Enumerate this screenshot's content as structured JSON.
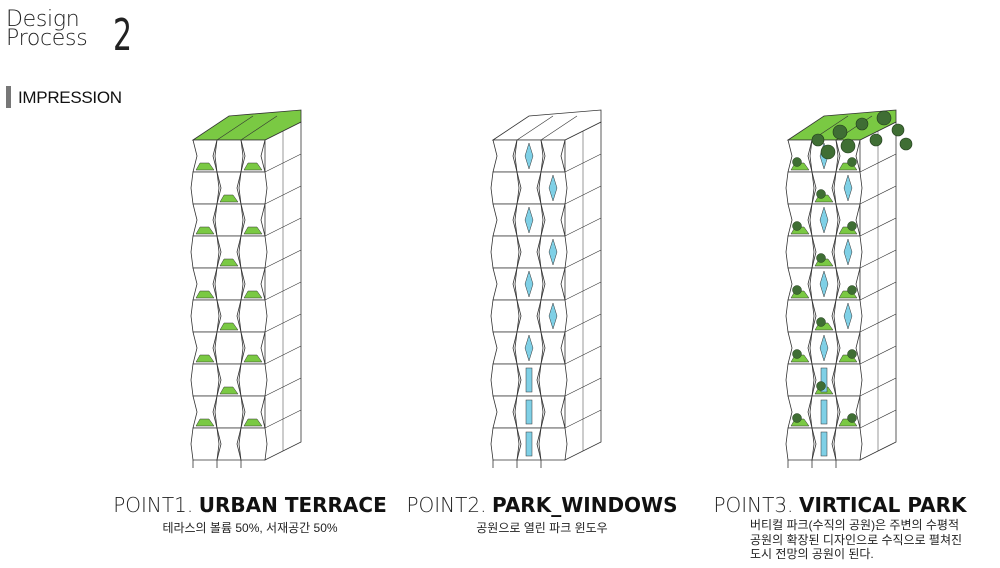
{
  "header": {
    "title_line1": "Design",
    "title_line2": "Process",
    "number": "2",
    "section": "IMPRESSION"
  },
  "points": [
    {
      "prefix": "POINT1.",
      "name": "URBAN TERRACE",
      "subtitle": "테라스의 볼륨 50%, 서재공간 50%"
    },
    {
      "prefix": "POINT2.",
      "name": "PARK_WINDOWS",
      "subtitle": "공원으로 열린 파크 윈도우"
    },
    {
      "prefix": "POINT3.",
      "name": "VIRTICAL PARK",
      "description": [
        "버티컬 파크(수직의 공원)은 주변의 수평적",
        "공원의 확장된 디자인으로 수직으로 펼쳐진",
        "도시 전망의 공원이 된다."
      ]
    }
  ],
  "colors": {
    "terrace": "#7ac943",
    "window": "#7fd0e6",
    "outline": "#333333",
    "tree": "#3f6e34"
  }
}
